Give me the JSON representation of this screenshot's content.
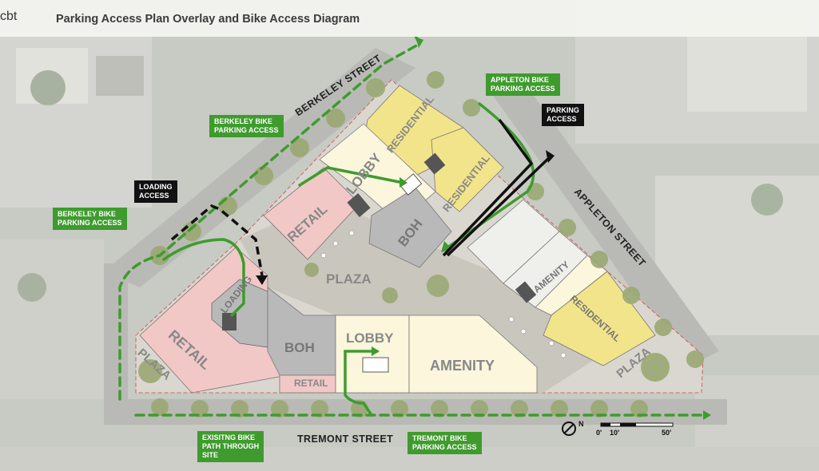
{
  "header": {
    "logo": "cbt",
    "title": "Parking Access Plan Overlay and Bike Access Diagram"
  },
  "streets": {
    "berkeley": "BERKELEY STREET",
    "appleton": "APPLETON STREET",
    "tremont": "TREMONT STREET"
  },
  "callouts": {
    "appleton_bike": "APPLETON BIKE\nPARKING ACCESS",
    "parking_access": "PARKING\nACCESS",
    "berkeley_bike_top": "BERKELEY BIKE\nPARKING ACCESS",
    "loading_access": "LOADING\nACCESS",
    "berkeley_bike_left": "BERKELEY BIKE\nPARKING ACCESS",
    "existing_bike_path": "EXISITNG BIKE\nPATH THROUGH\nSITE",
    "tremont_bike": "TREMONT BIKE\nPARKING ACCESS"
  },
  "spaces": {
    "residential_1": "RESIDENTIAL",
    "residential_2": "RESIDENTIAL",
    "residential_3": "RESIDENTIAL",
    "lobby_north": "LOBBY",
    "retail_north": "RETAIL",
    "boh_north": "BOH",
    "plaza_center": "PLAZA",
    "amenity_east": "AMENITY",
    "loading": "LOADING",
    "retail_west": "RETAIL",
    "boh_south": "BOH",
    "retail_small": "RETAIL",
    "lobby_south": "LOBBY",
    "amenity_south": "AMENITY",
    "plaza_west": "PLAZA",
    "plaza_east": "PLAZA"
  },
  "scale_bar": {
    "north": "N",
    "tick_0": "0'",
    "tick_10": "10'",
    "tick_50": "50'"
  },
  "colors": {
    "residential": "#f2e48a",
    "lobby": "#fbf6dc",
    "retail": "#f1c8c6",
    "boh": "#b9b9b9",
    "callout_green": "#3f9b2e",
    "bike_path": "#3f9b2e"
  }
}
